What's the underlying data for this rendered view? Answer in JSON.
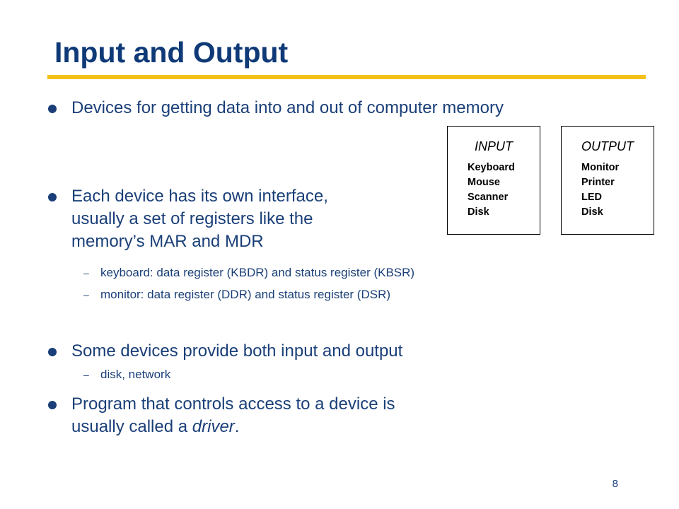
{
  "slide": {
    "title": "Input and Output",
    "page_number": "8"
  },
  "bullets": [
    {
      "text": "Devices for getting data into and out of computer memory"
    },
    {
      "lines": [
        "Each device has its own interface,",
        "usually a set of registers like the",
        "memory’s MAR and MDR"
      ],
      "subs": [
        "keyboard: data register (KBDR) and status register (KBSR)",
        "monitor: data register (DDR) and status register (DSR)"
      ]
    },
    {
      "text": "Some devices provide both input and output",
      "subs": [
        "disk, network"
      ]
    },
    {
      "line1": "Program that controls access to a device is",
      "line2_prefix": "usually called a ",
      "line2_em": "driver",
      "line2_suffix": "."
    }
  ],
  "dash": "–",
  "input_box": {
    "heading": "INPUT",
    "items": [
      "Keyboard",
      "Mouse",
      "Scanner",
      "Disk"
    ]
  },
  "output_box": {
    "heading": "OUTPUT",
    "items": [
      "Monitor",
      "Printer",
      "LED",
      "Disk"
    ]
  },
  "colors": {
    "title": "#0f3a77",
    "text": "#1a3f78",
    "accent_rule": "#f3c21a"
  }
}
